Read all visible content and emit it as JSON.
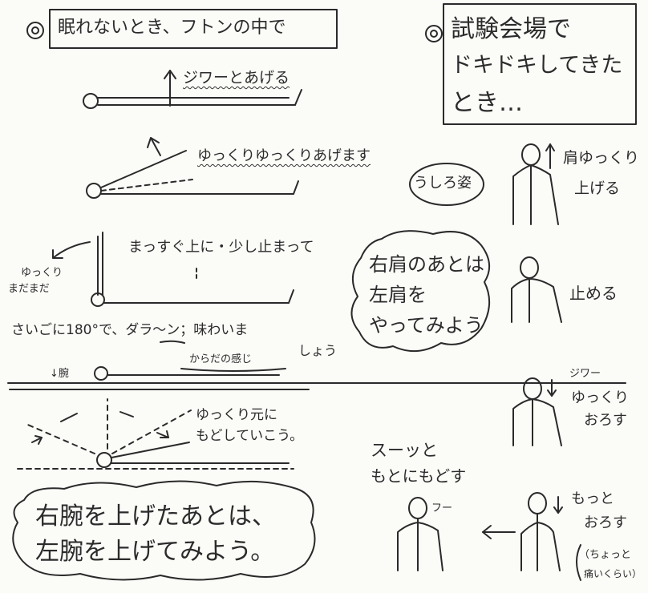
{
  "left": {
    "title": "眠れないとき、フトンの中で",
    "step1": "ジワーとあげる",
    "step2": "ゆっくりゆっくりあげます",
    "step3": "まっすぐ上に・少し止まって",
    "step3_side_line1": "ゆっくり",
    "step3_side_line2": "まだまだ",
    "step4_line1": "さいごに180°で、ダラ〜ン；味わいま",
    "step4_line2": "しょう",
    "step4_note": "からだの感じ",
    "step4_arm_label": "↓腕",
    "step5_line1": "ゆっくり元に",
    "step5_line2": "もどしていこう。",
    "cloud_line1": "右腕を上げたあとは、",
    "cloud_line2": "左腕を上げてみよう。"
  },
  "right": {
    "title_line1": "試験会場で",
    "title_line2": "ドキドキしてきた",
    "title_line3": "とき…",
    "back_view": "うしろ姿",
    "fig1_line1": "肩ゆっくり",
    "fig1_line2": "上げる",
    "fig2": "止める",
    "fig3_line1": "ジワー",
    "fig3_line2": "ゆっくり",
    "fig3_line3": "おろす",
    "cloud_line1": "右肩のあとは",
    "cloud_line2": "左肩を",
    "cloud_line3": "やってみよう",
    "fig4_line1": "スーッと",
    "fig4_line2": "もとにもどす",
    "fig4_breath": "フー",
    "fig5_line1": "もっと",
    "fig5_line2": "おろす",
    "fig5_note_line1": "（ちょっと",
    "fig5_note_line2": "痛いくらい）"
  }
}
